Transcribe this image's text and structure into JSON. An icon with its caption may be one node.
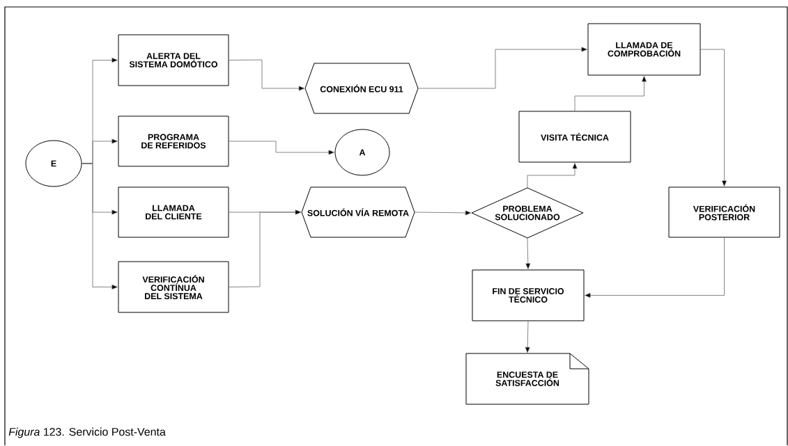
{
  "diagram": {
    "caption": "*Figura* 123.  Servicio Post-Venta",
    "nodes": [
      {
        "text": [
          "E"
        ]
      },
      {
        "text": [
          "ALERTA DEL SISTEMA DOMÓTICO"
        ]
      },
      {
        "text": [
          "PROGRAMA DE REFERIDOS"
        ]
      },
      {
        "text": [
          "LLAMADA DEL CLIENTE"
        ]
      },
      {
        "text": [
          "VERIFICACIÓN CONTÍNUA DEL SISTEMA"
        ]
      },
      {
        "text": [
          "CONEXIÓN ECU 911"
        ]
      },
      {
        "text": [
          "A"
        ]
      },
      {
        "text": [
          "SOLUCIÓN VÍA REMOTA"
        ]
      },
      {
        "text": [
          "LLAMADA DE COMPROBACIÓN"
        ]
      },
      {
        "text": [
          "VISITA TÉCNICA"
        ]
      },
      {
        "text": [
          "PROBLEMA SOLUCIONADO"
        ]
      },
      {
        "text": [
          "VERIFICACIÓN POSTERIOR"
        ]
      },
      {
        "text": [
          "FIN DE SERVICIO TÉCNICO"
        ]
      },
      {
        "text": [
          "ENCUESTA DE SATISFACCIÓN"
        ]
      }
    ],
    "edges": [
      {
        "from": 0,
        "to": 1,
        "arrow": "to"
      },
      {
        "from": 0,
        "to": 2,
        "arrow": "to"
      },
      {
        "from": 0,
        "to": 3,
        "arrow": "to"
      },
      {
        "from": 0,
        "to": 4,
        "arrow": "to"
      },
      {
        "from": 1,
        "to": 5,
        "arrow": "to"
      },
      {
        "from": 2,
        "to": 6,
        "arrow": "to"
      },
      {
        "from": 3,
        "to": 7,
        "arrow": "to"
      },
      {
        "from": 4,
        "to": 7,
        "arrow": "to"
      },
      {
        "from": 5,
        "to": 8,
        "arrow": "to"
      },
      {
        "from": 7,
        "to": 10,
        "arrow": "to"
      },
      {
        "from": 10,
        "to": 9,
        "arrow": "to"
      },
      {
        "from": 9,
        "to": 8,
        "arrow": "to"
      },
      {
        "from": 8,
        "to": 11,
        "arrow": "to"
      },
      {
        "from": 11,
        "to": 12,
        "arrow": "to"
      },
      {
        "from": 10,
        "to": 12,
        "arrow": "to"
      },
      {
        "from": 12,
        "to": 13,
        "arrow": "to"
      }
    ]
  }
}
